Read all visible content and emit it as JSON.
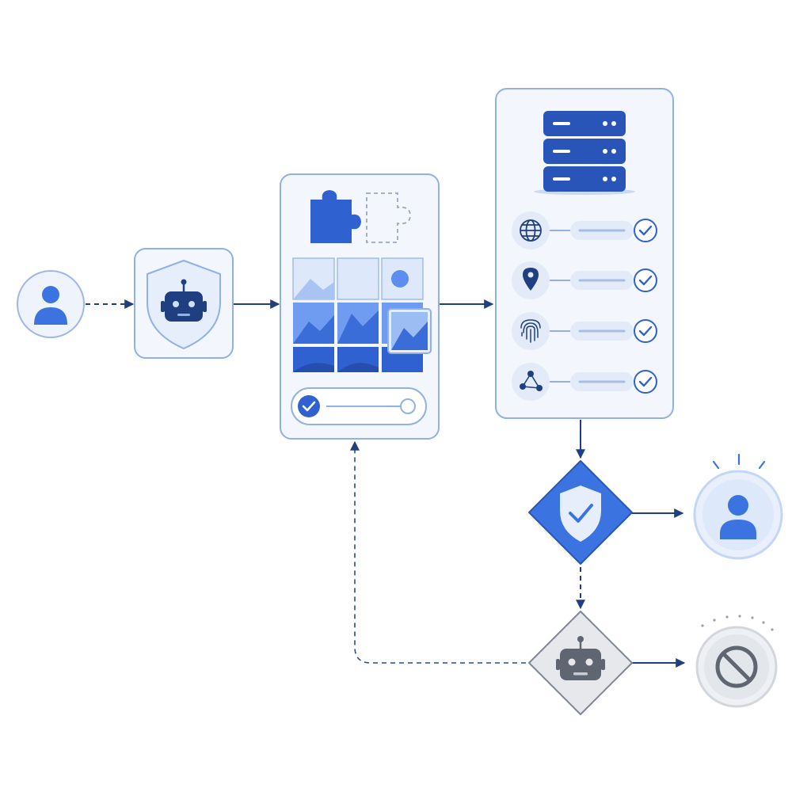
{
  "diagram": {
    "nodes": [
      {
        "id": "user-start",
        "icon": "user-icon"
      },
      {
        "id": "bot-detection-shield",
        "icon": "shield-robot-icon"
      },
      {
        "id": "captcha-challenge-card",
        "icons": [
          "puzzle-piece-icon",
          "image-grid-icon",
          "check-circle-icon"
        ]
      },
      {
        "id": "verification-server-card",
        "icons": [
          "server-stack-icon",
          "globe-icon",
          "location-pin-icon",
          "fingerprint-icon",
          "network-graph-icon",
          "check-circle-icon"
        ]
      },
      {
        "id": "verified-decision",
        "icon": "shield-check-icon"
      },
      {
        "id": "bot-decision",
        "icon": "robot-icon"
      },
      {
        "id": "user-granted",
        "icon": "user-icon"
      },
      {
        "id": "access-blocked",
        "icon": "block-icon"
      }
    ],
    "edges": [
      {
        "from": "user-start",
        "to": "bot-detection-shield",
        "style": "dashed"
      },
      {
        "from": "bot-detection-shield",
        "to": "captcha-challenge-card",
        "style": "solid"
      },
      {
        "from": "captcha-challenge-card",
        "to": "verification-server-card",
        "style": "solid"
      },
      {
        "from": "verification-server-card",
        "to": "verified-decision",
        "style": "solid"
      },
      {
        "from": "verified-decision",
        "to": "user-granted",
        "style": "solid"
      },
      {
        "from": "verified-decision",
        "to": "bot-decision",
        "style": "dashed"
      },
      {
        "from": "bot-decision",
        "to": "access-blocked",
        "style": "solid"
      },
      {
        "from": "bot-decision",
        "to": "captcha-challenge-card",
        "style": "dashed"
      }
    ],
    "colors": {
      "primary": "#3b74e0",
      "navy": "#1f3f80",
      "light_blue": "#dfe9fb",
      "pale": "#f3f7fd",
      "border": "#8fb0e8",
      "gray": "#5f6672",
      "gray_light": "#e6e8ec"
    }
  }
}
